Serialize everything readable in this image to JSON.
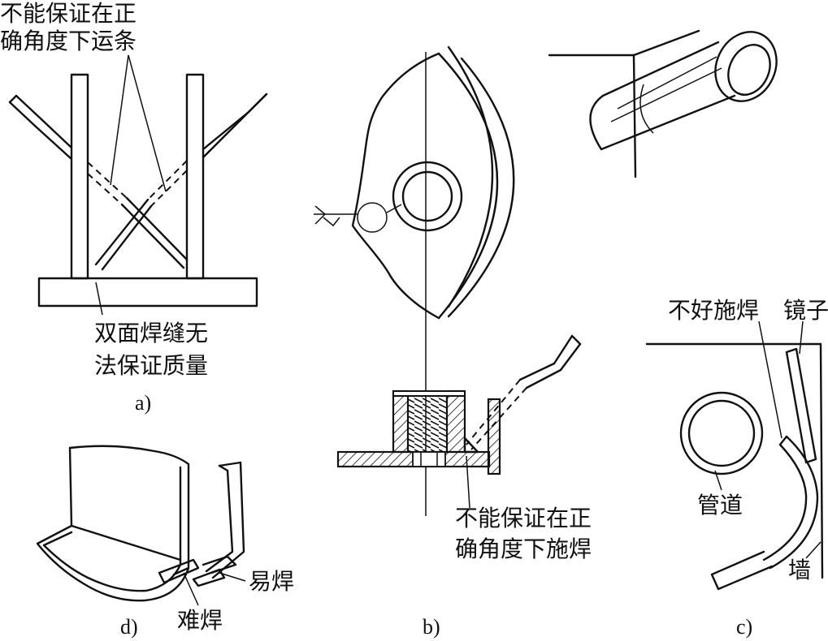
{
  "figure_a": {
    "caption": "a)",
    "label_top_line1": "不能保证在正",
    "label_top_line2": "确角度下运条",
    "label_bottom_line1": "双面焊缝无",
    "label_bottom_line2": "法保证质量"
  },
  "figure_b": {
    "caption": "b)",
    "label_line1": "不能保证在正",
    "label_line2": "确角度下施焊"
  },
  "figure_c": {
    "caption": "c)",
    "label_bad": "不好施焊",
    "label_mirror": "镜子",
    "label_pipe": "管道",
    "label_wall": "墙"
  },
  "figure_d": {
    "caption": "d)",
    "label_hard": "难焊",
    "label_easy": "易焊"
  }
}
